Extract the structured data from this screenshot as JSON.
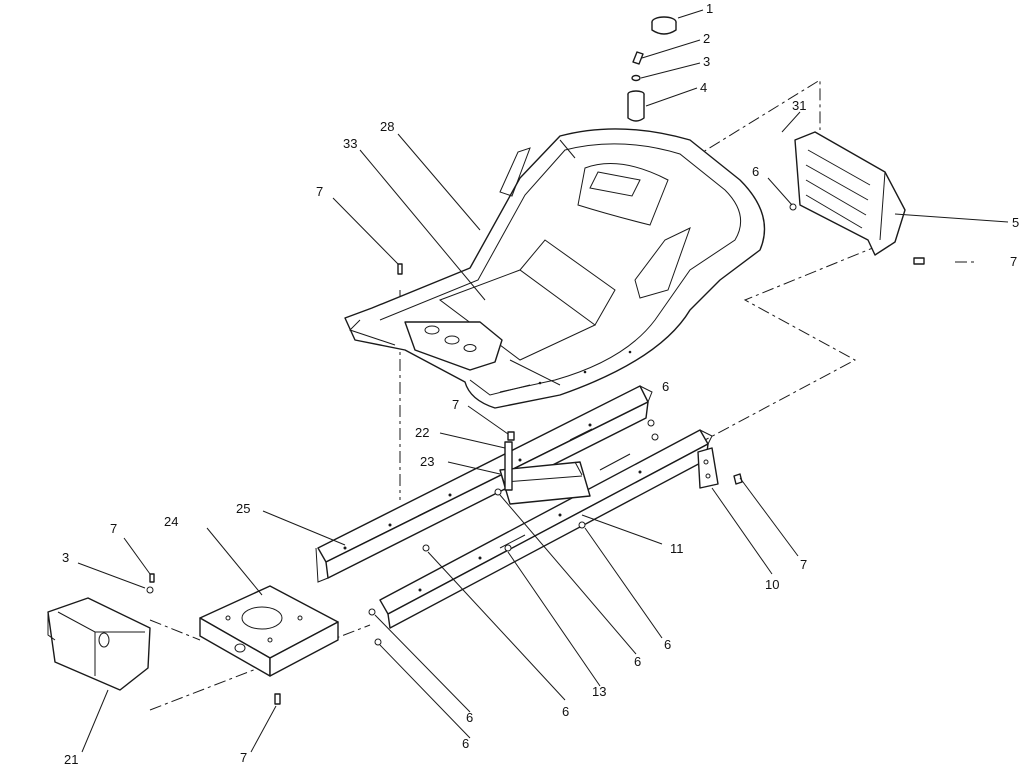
{
  "callouts": [
    {
      "id": "c1",
      "text": "1"
    },
    {
      "id": "c2",
      "text": "2"
    },
    {
      "id": "c3a",
      "text": "3"
    },
    {
      "id": "c4",
      "text": "4"
    },
    {
      "id": "c31",
      "text": "31"
    },
    {
      "id": "c28",
      "text": "28"
    },
    {
      "id": "c33",
      "text": "33"
    },
    {
      "id": "c7a",
      "text": "7"
    },
    {
      "id": "c6a",
      "text": "6"
    },
    {
      "id": "c5",
      "text": "5"
    },
    {
      "id": "c7b",
      "text": "7"
    },
    {
      "id": "c6b",
      "text": "6"
    },
    {
      "id": "c7c",
      "text": "7"
    },
    {
      "id": "c22",
      "text": "22"
    },
    {
      "id": "c23",
      "text": "23"
    },
    {
      "id": "c25",
      "text": "25"
    },
    {
      "id": "c24",
      "text": "24"
    },
    {
      "id": "c7d",
      "text": "7"
    },
    {
      "id": "c3b",
      "text": "3"
    },
    {
      "id": "c11",
      "text": "11"
    },
    {
      "id": "c7e",
      "text": "7"
    },
    {
      "id": "c10",
      "text": "10"
    },
    {
      "id": "c6c",
      "text": "6"
    },
    {
      "id": "c6d",
      "text": "6"
    },
    {
      "id": "c13",
      "text": "13"
    },
    {
      "id": "c6e",
      "text": "6"
    },
    {
      "id": "c6f",
      "text": "6"
    },
    {
      "id": "c6g",
      "text": "6"
    },
    {
      "id": "c21",
      "text": "21"
    },
    {
      "id": "c7f",
      "text": "7"
    }
  ]
}
